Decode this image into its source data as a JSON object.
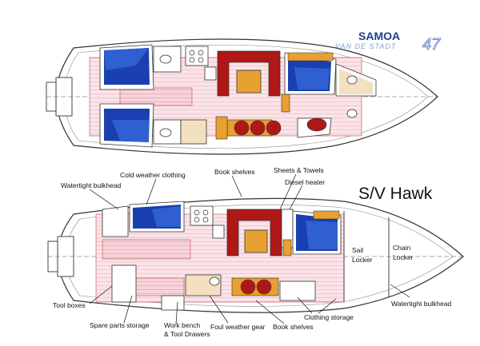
{
  "brand": {
    "model": "SAMOA",
    "builder": "VAN DE STADT",
    "length": "47"
  },
  "vessel_name": "S/V Hawk",
  "lockers": {
    "sail_line1": "Sail",
    "sail_line2": "Locker",
    "chain_line1": "Chain",
    "chain_line2": "Locker"
  },
  "labels": {
    "watertight_bulkhead_fwd": "Watertight bulkhead",
    "cold_weather": "Cold weather clothing",
    "book_shelves_top": "Book shelves",
    "sheets_towels": "Sheets & Towels",
    "diesel_heater": "Diesel heater",
    "tool_boxes": "Tool boxes",
    "spare_parts": "Spare parts storage",
    "work_bench_1": "Work bench",
    "work_bench_2": "& Tool Drawers",
    "foul_weather": "Foul weather gear",
    "book_shelves_bottom": "Book shelves",
    "clothing_storage": "Clothing storage",
    "watertight_bulkhead_aft": "Watertight bulkhead"
  },
  "colors": {
    "cushion_blue": "#1a3fb0",
    "cushion_dark_red": "#b01818",
    "table_orange": "#e8a030",
    "sole_pink": "#f4c7cf",
    "hull_line": "#333333"
  }
}
